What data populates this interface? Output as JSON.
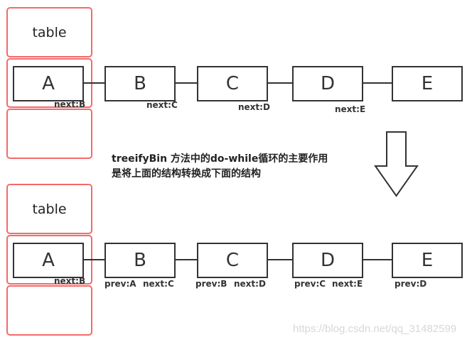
{
  "top": {
    "table_label": "table",
    "nodes": [
      "A",
      "B",
      "C",
      "D",
      "E"
    ],
    "labels": [
      "next:B",
      "next:C",
      "next:D",
      "next:E"
    ]
  },
  "caption": [
    "treeifyBin 方法中的do-while循环的主要作用",
    "是将上面的结构转换成下面的结构"
  ],
  "bottom": {
    "table_label": "table",
    "nodes": [
      "A",
      "B",
      "C",
      "D",
      "E"
    ],
    "labels": [
      "next:B",
      "prev:A",
      "next:C",
      "prev:B",
      "next:D",
      "prev:C",
      "next:E",
      "prev:D"
    ]
  },
  "watermark": "https://blog.csdn.net/qq_31482599",
  "colors": {
    "table_border": "#f46a6a",
    "node_border": "#333333"
  }
}
